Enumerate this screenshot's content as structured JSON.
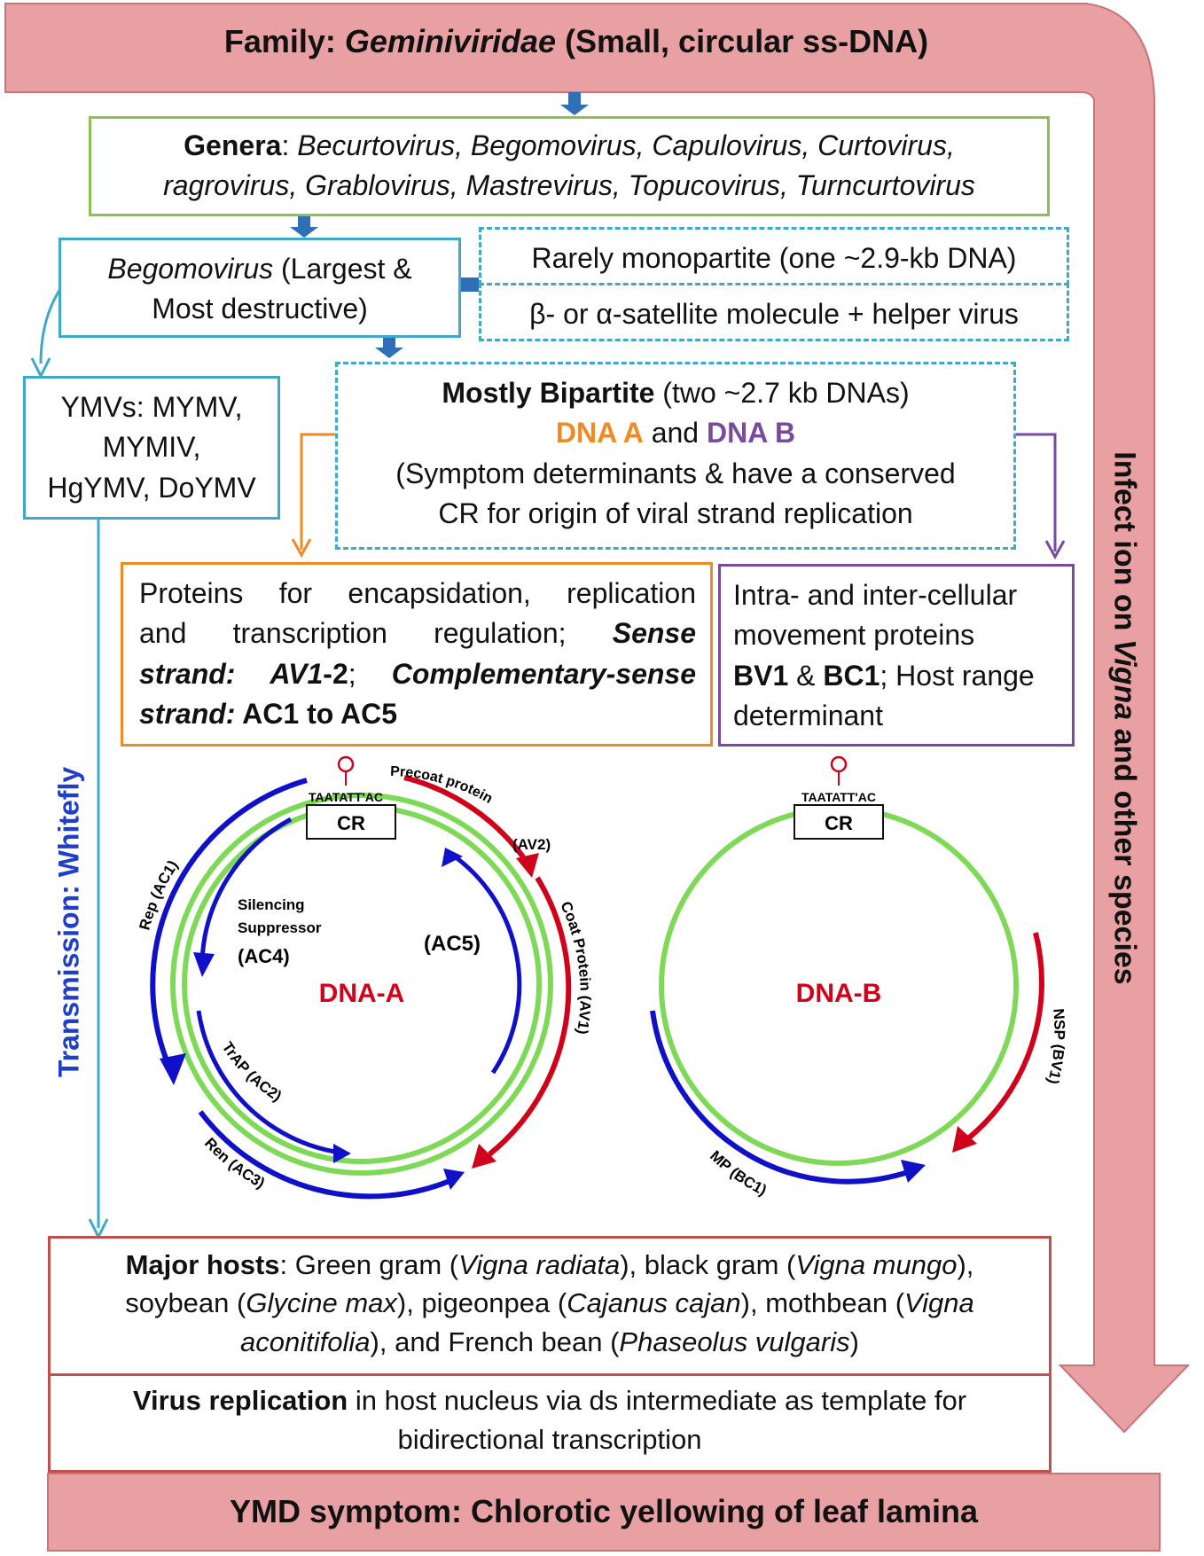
{
  "header": {
    "prefix": "Family: ",
    "family": "Geminiviridae",
    "suffix": " (Small, circular ss-DNA)"
  },
  "genera": {
    "label": "Genera",
    "line1": "Becurtovirus, Begomovirus, Capulovirus,  Curtovirus,",
    "line2": "ragrovirus, Grablovirus, Mastrevirus, Topucovirus, Turncurtovirus"
  },
  "begomovirus": {
    "name": "Begomovirus",
    "rest1": " (Largest &",
    "line2": "Most destructive)"
  },
  "monopartite": {
    "line1": "Rarely monopartite (one ~2.9-kb DNA)",
    "line2": "β- or α-satellite molecule + helper virus"
  },
  "ymv": {
    "line1": "YMVs: MYMV,",
    "line2": "MYMIV,",
    "line3": "HgYMV, DoYMV"
  },
  "bipartite": {
    "title": "Mostly Bipartite",
    "title_rest": " (two ~2.7 kb DNAs)",
    "dna_a": "DNA A",
    "and": " and ",
    "dna_b": "DNA B",
    "line3": "(Symptom determinants & have a conserved",
    "line4": "CR for origin of viral strand replication"
  },
  "dnaa_box": {
    "l1": "Proteins for encapsidation, replication",
    "l2": "and transcription regulation;",
    "l2b": "Sense",
    "l3a": "strand: AV1",
    "l3b": "-2",
    "l3c": "; ",
    "l3d": "Complementary-sense",
    "l4a": "strand:",
    "l4b": " AC1 to AC5"
  },
  "dnab_box": {
    "l1": "Intra- and inter-cellular",
    "l2": "movement proteins",
    "l3a": "BV1",
    "l3b": " & ",
    "l3c": "BC1",
    "l3d": "; Host range",
    "l4": "determinant"
  },
  "side_left": "Transmission: Whitefly",
  "side_right": {
    "pre": "Infect ion on ",
    "italic": "Vigna",
    "post": " and other  species"
  },
  "diagram_a": {
    "center": "DNA-A",
    "cr": "CR",
    "seq": "TAATATT'AC",
    "precoat": "Precoat protein",
    "av2": "(AV2)",
    "coat": "Coat Protein (AV1)",
    "rep": "Rep (AC1)",
    "silencing": "Silencing",
    "suppressor": "Suppressor",
    "ac4": "(AC4)",
    "ac5": "(AC5)",
    "trap": "TrAP (AC2)",
    "ren": "Ren (AC3)"
  },
  "diagram_b": {
    "center": "DNA-B",
    "cr": "CR",
    "seq": "TAATATT'AC",
    "nsp": "NSP (BV1)",
    "mp": "MP (BC1)"
  },
  "hosts": {
    "label": "Major hosts",
    "t1": ": Green gram (",
    "s1": "Vigna radiata",
    "t2": "), black gram (",
    "s2": "Vigna mungo",
    "t3": "),",
    "t4": "soybean (",
    "s3": "Glycine max",
    "t5": "), pigeonpea (",
    "s4": "Cajanus cajan",
    "t6": "), mothbean (",
    "s5": "Vigna",
    "s5b": "aconitifolia",
    "t7": "), and French bean (",
    "s6": "Phaseolus vulgaris",
    "t8": ")"
  },
  "replication": {
    "label": "Virus replication",
    "rest": " in host nucleus via ds intermediate as template for",
    "line2": "bidirectional transcription"
  },
  "footer": "YMD symptom: Chlorotic yellowing of leaf lamina",
  "colors": {
    "band": "#e8a0a2",
    "green": "#8cc152",
    "teal": "#3fa9c9",
    "orange": "#f08a24",
    "purple": "#7a4a9e",
    "red": "#d0021b",
    "blue": "#1010c8"
  }
}
